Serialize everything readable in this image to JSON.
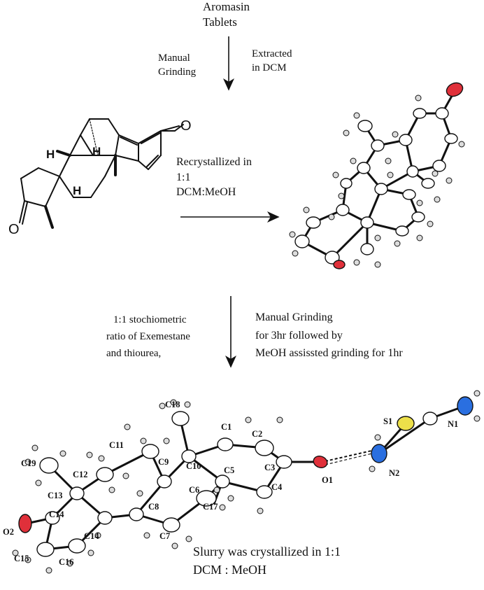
{
  "texts": {
    "start": "Aromasin",
    "start2": "Tablets",
    "step1_left_1": "Manual",
    "step1_left_2": "Grinding",
    "step1_right_1": "Extracted",
    "step1_right_2": "in DCM",
    "step2_1": "Recrystallized in",
    "step2_2": "1:1",
    "step2_3": "DCM:MeOH",
    "step3_left_1": "1:1 stochiometric",
    "step3_left_2": "ratio of Exemestane",
    "step3_left_3": "and thiourea,",
    "step3_right_1": "Manual Grinding",
    "step3_right_2": "for 3hr followed by",
    "step3_right_3": "MeOH assissted grinding for 1hr",
    "final_1": "Slurry was crystallized in 1:1",
    "final_2": "DCM : MeOH"
  },
  "structure_labels": {
    "o": "O",
    "h1": "H",
    "h2": "H",
    "h3": "H"
  },
  "atom_labels": {
    "C1": "C1",
    "C2": "C2",
    "C3": "C3",
    "C4": "C4",
    "C5": "C5",
    "C6": "C6",
    "C7": "C7",
    "C8": "C8",
    "C9": "C9",
    "C10": "C10",
    "C11": "C11",
    "C12": "C12",
    "C13": "C13",
    "C14": "C14",
    "C14b": "C14",
    "C15": "C15",
    "C16": "C16",
    "C17": "C17",
    "C18": "C18",
    "C19": "C19",
    "O1": "O1",
    "O2": "O2",
    "N1": "N1",
    "N2": "N2",
    "S1": "S1"
  },
  "colors": {
    "oxygen": "#e0303a",
    "nitrogen": "#2a6fe0",
    "sulfur": "#ede04a",
    "carbon": "#ffffff",
    "hydrogen": "#eaeaea",
    "bond": "#111111"
  }
}
